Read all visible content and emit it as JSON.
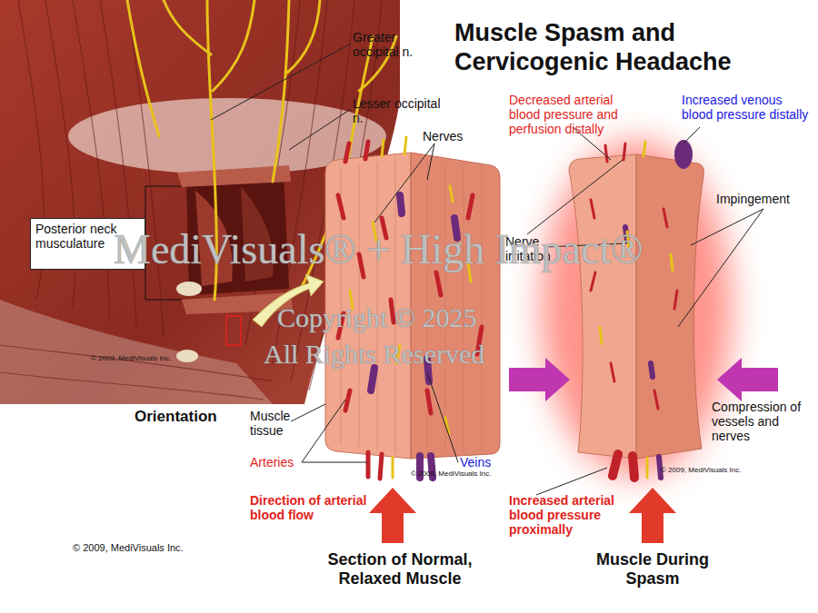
{
  "diagram": {
    "title": "Muscle Spasm and Cervicogenic Headache",
    "nodes": [
      {
        "text": [
          "Posterior neck musculature"
        ]
      }
    ],
    "labels": [
      "Greater occipital n.",
      "Lesser occipital n.",
      "Nerves",
      "Orientation",
      "Muscle tissue",
      "Arteries",
      "Veins",
      "Direction of arterial blood flow",
      "Section of Normal, Relaxed Muscle",
      "Decreased arterial blood pressure and perfusion distally",
      "Increased venous blood pressure distally",
      "Impingement",
      "Nerve irritation",
      "Compression of vessels and nerves",
      "Increased arterial blood pressure proximally",
      "Muscle During Spasm",
      "© 2009, MediVisuals Inc.",
      "© 2009, MediVisuals Inc.",
      "© 2009, MediVisuals Inc.",
      "© 2009, MediVisuals Inc.",
      "MediVisuals® + High Impact®",
      "Copyright © 2025",
      "All Rights Reserved"
    ]
  }
}
